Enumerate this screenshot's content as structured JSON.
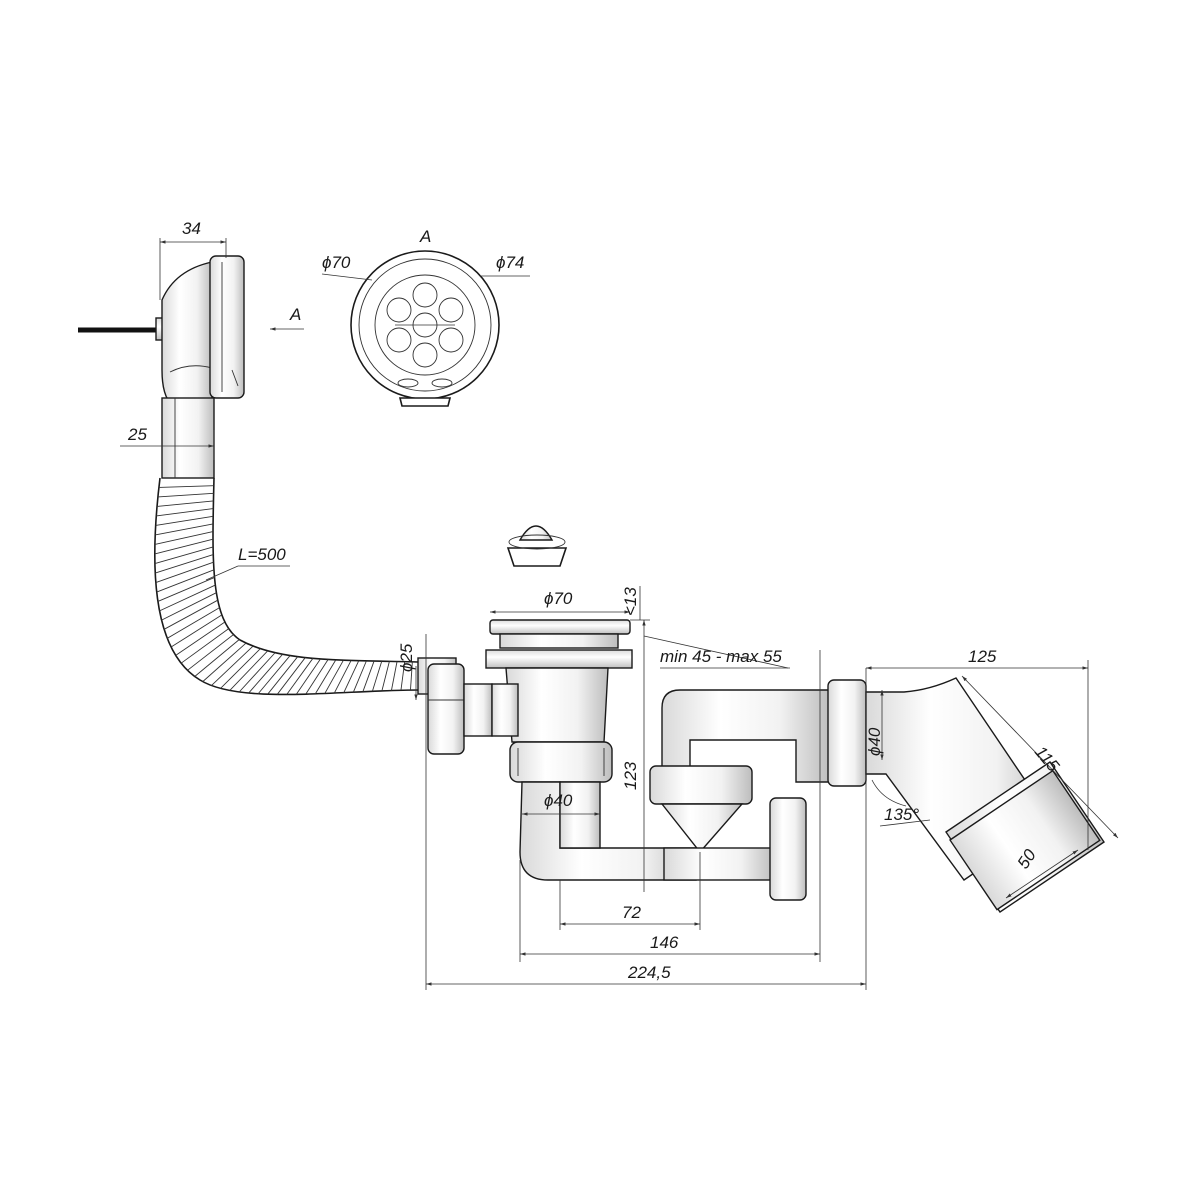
{
  "view_label": "A",
  "arrow_label": "A",
  "dimensions": {
    "overflow_width": "34",
    "tube_width": "25",
    "hose_length": "L=500",
    "grate_inner": "ϕ70",
    "grate_outer": "ϕ74",
    "plug_diameter": "ϕ70",
    "flange_height": "<13",
    "inlet_diameter": "ϕ25",
    "trap_range": "min 45 - max 55",
    "outlet_offset": "125",
    "outlet_diameter": "ϕ40",
    "outlet_length": "115",
    "outlet_angle": "135°",
    "outlet_socket": "50",
    "trap_height": "123",
    "trap_diameter": "ϕ40",
    "trap_spacing": "72",
    "trap_width": "146",
    "overall_width": "224,5"
  }
}
